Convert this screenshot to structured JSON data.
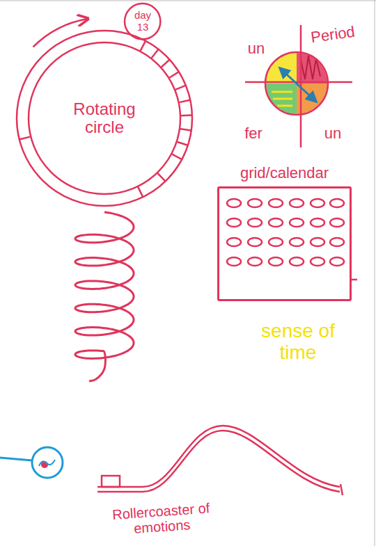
{
  "diagram": {
    "nodes": [
      {
        "text": [
          "day 13"
        ]
      },
      {
        "text": [
          "Rotating circle"
        ]
      },
      {
        "text": [
          "grid/calendar"
        ]
      }
    ],
    "labels": [
      "un",
      "Period",
      "fer",
      "un",
      "sense of time",
      "Rollercoaster of emotions"
    ]
  }
}
